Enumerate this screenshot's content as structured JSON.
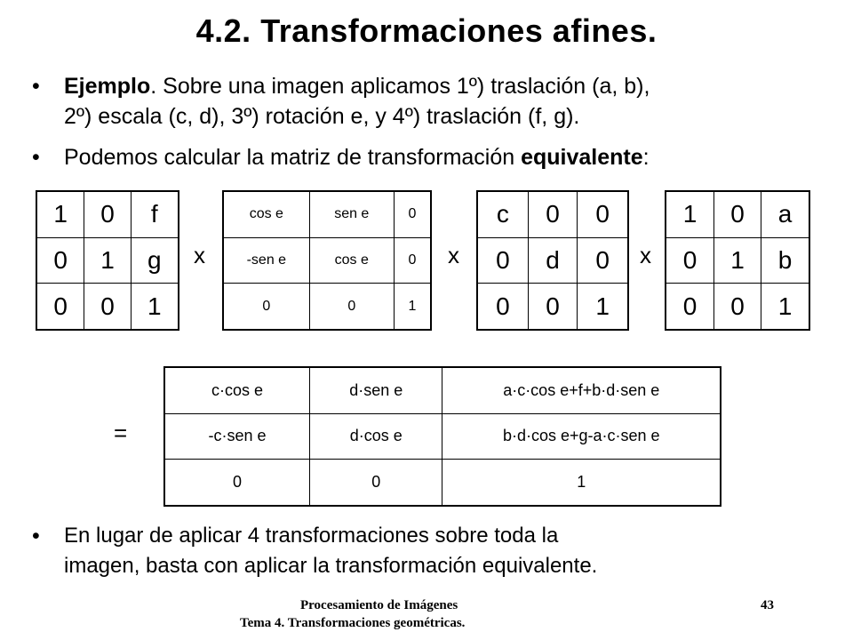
{
  "title": "4.2. Transformaciones afines.",
  "bullets": {
    "b1_bold": "Ejemplo",
    "b1_rest_line1": ". Sobre una imagen aplicamos 1º) traslación (a, b),",
    "b1_line2": "2º) escala (c, d), 3º) rotación e, y 4º) traslación (f, g).",
    "b2_before": "Podemos calcular la matriz de transformación ",
    "b2_bold": "equivalente",
    "b2_after": ":",
    "b3_line1": "En lugar de aplicar 4 transformaciones sobre toda la",
    "b3_line2": "imagen, basta con aplicar la transformación equivalente.",
    "marker": "•"
  },
  "operators": {
    "times": "x",
    "equals": "="
  },
  "matrices": {
    "translation_fg": [
      [
        "1",
        "0",
        "f"
      ],
      [
        "0",
        "1",
        "g"
      ],
      [
        "0",
        "0",
        "1"
      ]
    ],
    "rotation_e": [
      [
        "cos e",
        "sen e",
        "0"
      ],
      [
        "-sen e",
        "cos e",
        "0"
      ],
      [
        "0",
        "0",
        "1"
      ]
    ],
    "scale_cd": [
      [
        "c",
        "0",
        "0"
      ],
      [
        "0",
        "d",
        "0"
      ],
      [
        "0",
        "0",
        "1"
      ]
    ],
    "translation_ab": [
      [
        "1",
        "0",
        "a"
      ],
      [
        "0",
        "1",
        "b"
      ],
      [
        "0",
        "0",
        "1"
      ]
    ],
    "result": [
      [
        "c·cos e",
        "d·sen e",
        "a·c·cos e+f+b·d·sen e"
      ],
      [
        "-c·sen e",
        "d·cos e",
        "b·d·cos e+g-a·c·sen e"
      ],
      [
        "0",
        "0",
        "1"
      ]
    ]
  },
  "footer": {
    "line1": "Procesamiento de Imágenes",
    "line2": "Tema 4. Transformaciones geométricas.",
    "page_number": "43"
  }
}
